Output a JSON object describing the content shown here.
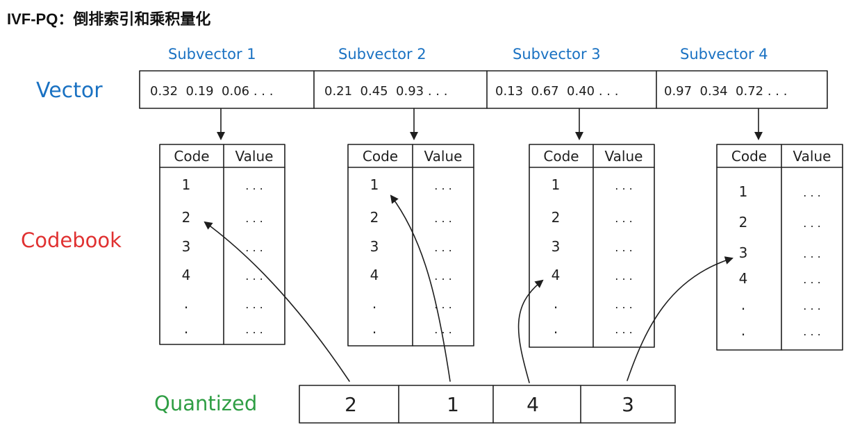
{
  "page": {
    "title": "IVF-PQ：倒排索引和乘积量化"
  },
  "colors": {
    "blue": "#1971c2",
    "red": "#e03131",
    "green": "#2f9e44",
    "ink": "#1e1e1e"
  },
  "labels": {
    "vector": "Vector",
    "codebook": "Codebook",
    "quantized": "Quantized"
  },
  "subvectors": [
    {
      "name": "Subvector 1",
      "values": "0.32  0.19  0.06 . . ."
    },
    {
      "name": "Subvector 2",
      "values": "0.21  0.45  0.93 . . ."
    },
    {
      "name": "Subvector 3",
      "values": "0.13  0.67  0.40 . . ."
    },
    {
      "name": "Subvector 4",
      "values": "0.97  0.34  0.72 . . ."
    }
  ],
  "codebooks": [
    {
      "code_header": "Code",
      "value_header": "Value",
      "rows": [
        [
          "1",
          ". . ."
        ],
        [
          "2",
          ". . ."
        ],
        [
          "3",
          ". . ."
        ],
        [
          "4",
          ". . ."
        ],
        [
          ".",
          ". . ."
        ],
        [
          ".",
          ". . ."
        ]
      ]
    },
    {
      "code_header": "Code",
      "value_header": "Value",
      "rows": [
        [
          "1",
          ". . ."
        ],
        [
          "2",
          ". . ."
        ],
        [
          "3",
          ". . ."
        ],
        [
          "4",
          ". . ."
        ],
        [
          ".",
          ". . ."
        ],
        [
          ".",
          ". . ."
        ]
      ]
    },
    {
      "code_header": "Code",
      "value_header": "Value",
      "rows": [
        [
          "1",
          ". . ."
        ],
        [
          "2",
          ". . ."
        ],
        [
          "3",
          ". . ."
        ],
        [
          "4",
          ". . ."
        ],
        [
          ".",
          ". . ."
        ],
        [
          ".",
          ". . ."
        ]
      ]
    },
    {
      "code_header": "Code",
      "value_header": "Value",
      "rows": [
        [
          "1",
          ". . ."
        ],
        [
          "2",
          ". . ."
        ],
        [
          "3",
          ". . ."
        ],
        [
          "4",
          ". . ."
        ],
        [
          ".",
          ". . ."
        ],
        [
          ".",
          ". . ."
        ]
      ]
    }
  ],
  "quantized": [
    "2",
    "1",
    "4",
    "3"
  ]
}
